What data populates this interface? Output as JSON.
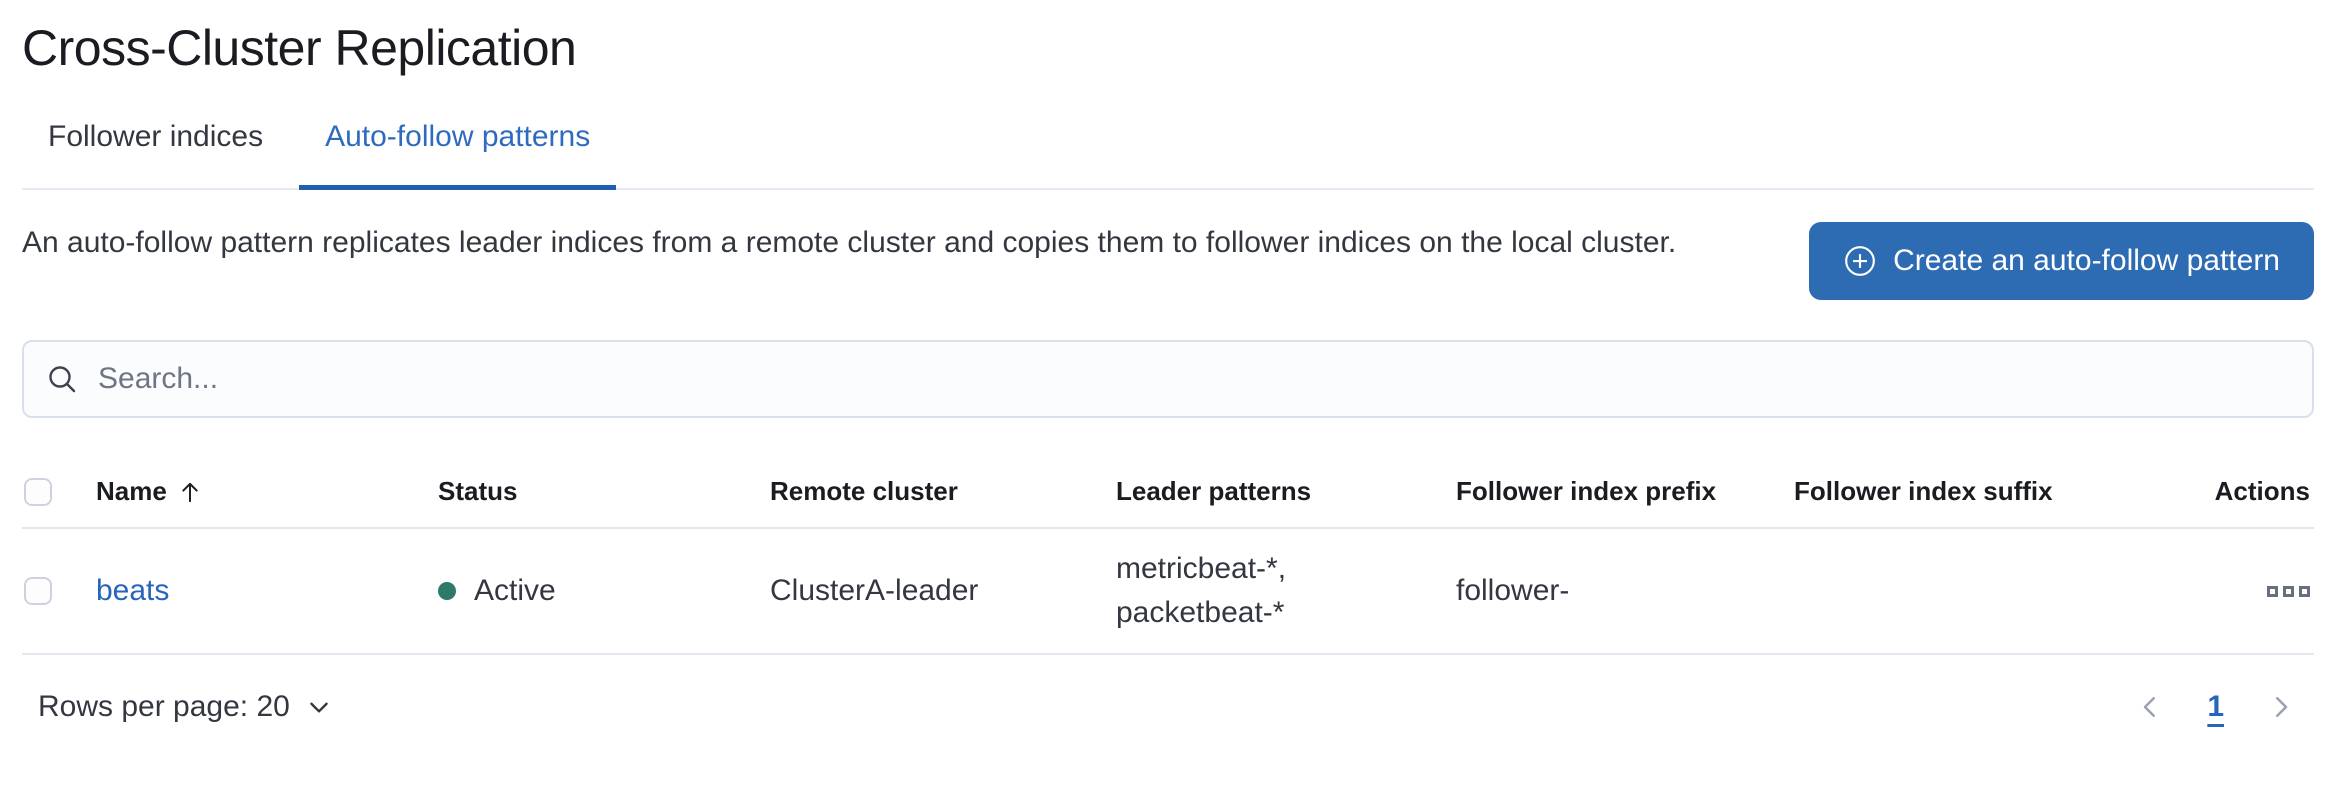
{
  "page": {
    "title": "Cross-Cluster Replication"
  },
  "tabs": [
    {
      "label": "Follower indices",
      "selected": false
    },
    {
      "label": "Auto-follow patterns",
      "selected": true
    }
  ],
  "description": "An auto-follow pattern replicates leader indices from a remote cluster and copies them to follower indices on the local cluster.",
  "create_button": {
    "label": "Create an auto-follow pattern",
    "icon": "plus-in-circle-icon"
  },
  "search": {
    "placeholder": "Search...",
    "value": "",
    "icon": "search-icon"
  },
  "table": {
    "columns": [
      "Name",
      "Status",
      "Remote cluster",
      "Leader patterns",
      "Follower index prefix",
      "Follower index suffix",
      "Actions"
    ],
    "sort": {
      "column": "Name",
      "direction": "ascending"
    },
    "rows": [
      {
        "name": "beats",
        "status": "Active",
        "remote_cluster": "ClusterA-leader",
        "leader_patterns": "metricbeat-*, packetbeat-*",
        "leader_patterns_lines": [
          "metricbeat-*,",
          "packetbeat-*"
        ],
        "follower_index_prefix": "follower-",
        "follower_index_suffix": "",
        "actions_icon": "boxes-horizontal-icon"
      }
    ]
  },
  "footer": {
    "rows_per_page_label": "Rows per page: 20",
    "pagination": {
      "current_page": "1",
      "prev_icon": "chevron-left-icon",
      "next_icon": "chevron-right-icon"
    }
  },
  "colors": {
    "title-color": "#1a1c21",
    "accent-text": "#2e6bc0",
    "accent-deep": "#1f5fae",
    "button-fill": "#2d6cb2",
    "link-color": "#2565ba",
    "success-color": "#2d7a68",
    "divider-color": "#e7eaf2",
    "table-border": "#e2e7f1"
  }
}
